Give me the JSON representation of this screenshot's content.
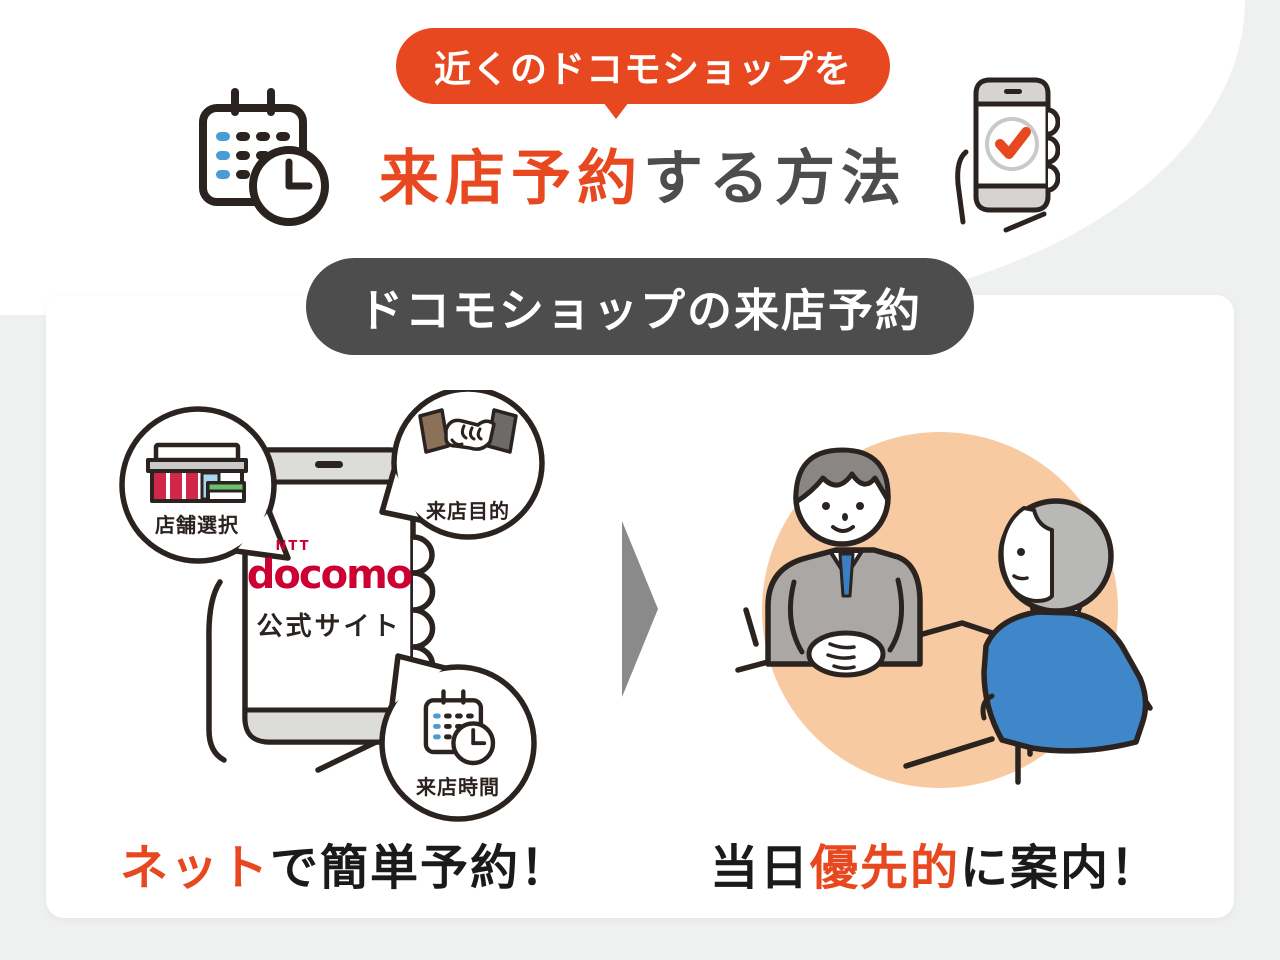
{
  "colors": {
    "accent_orange": "#e8481f",
    "pill_dark": "#4d4d4d",
    "docomo_crimson": "#cc0033",
    "peach_circle": "#f7caa2",
    "arrow_gray": "#8a8a8a",
    "calendar_dot_blue": "#4a9cd6",
    "card_white": "#ffffff",
    "page_gray": "#eff0f0"
  },
  "header": {
    "bubble_label": "近くのドコモショップを",
    "title": {
      "highlight": "来店予約",
      "rest": "する方法"
    }
  },
  "section_pill": {
    "label": "ドコモショップの来店予約"
  },
  "reserve_step": {
    "phone": {
      "logo_small": "NTT",
      "logo": "docomo",
      "site_label": "公式サイト"
    },
    "bubbles": [
      {
        "icon": "storefront-icon",
        "label": "店舗選択"
      },
      {
        "icon": "handshake-icon",
        "label": "来店目的"
      },
      {
        "icon": "calendar-clock-icon",
        "label": "来店時間"
      }
    ],
    "caption": {
      "highlight": "ネット",
      "rest": "で簡単予約！"
    }
  },
  "visit_step": {
    "caption": {
      "pre": "当日",
      "highlight": "優先的",
      "post": "に案内！"
    }
  }
}
